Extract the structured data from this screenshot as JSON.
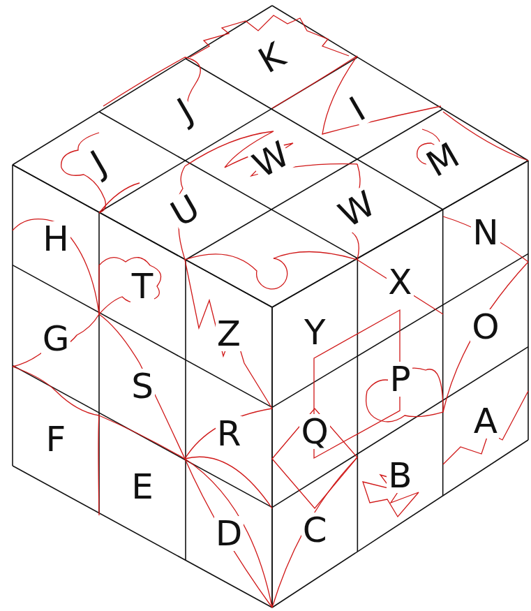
{
  "diagram": {
    "labels": [
      "K",
      "J",
      "I",
      "J",
      "W",
      "M",
      "U",
      "W",
      "H",
      "T",
      "Z",
      "Y",
      "X",
      "N",
      "G",
      "S",
      "R",
      "Q",
      "P",
      "O",
      "F",
      "E",
      "D",
      "C",
      "B",
      "A"
    ]
  }
}
